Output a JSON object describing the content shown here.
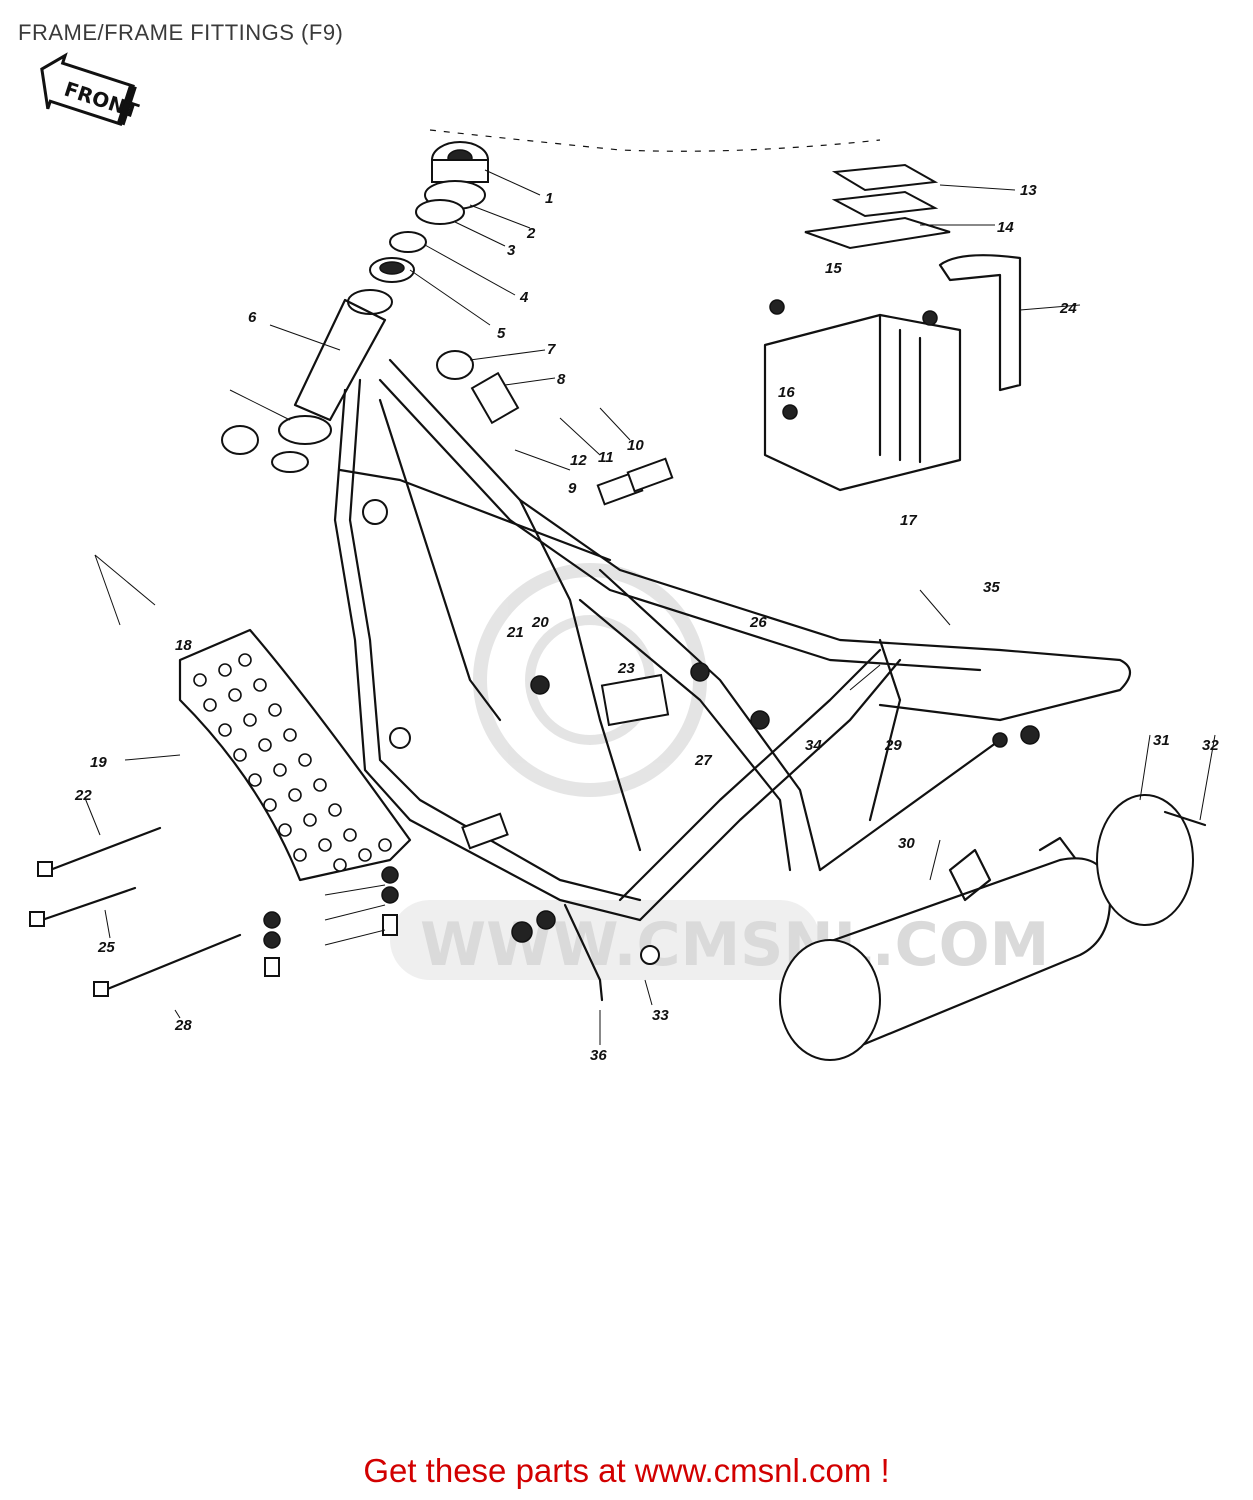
{
  "page": {
    "title": "FRAME/FRAME FITTINGS (F9)",
    "footer_link": "Get these parts at www.cmsnl.com !",
    "front_badge": "FRONT",
    "watermark": "WWW.CMSNL.COM"
  },
  "colors": {
    "footer_red": "#d20000",
    "line": "#111111",
    "watermark": "#d6d6d6"
  },
  "callouts": [
    "1",
    "2",
    "3",
    "4",
    "5",
    "6",
    "7",
    "8",
    "9",
    "10",
    "11",
    "12",
    "13",
    "14",
    "15",
    "16",
    "17",
    "18",
    "19",
    "20",
    "21",
    "22",
    "23",
    "24",
    "25",
    "26",
    "27",
    "28",
    "29",
    "30",
    "31",
    "32",
    "33",
    "34",
    "35",
    "36"
  ]
}
